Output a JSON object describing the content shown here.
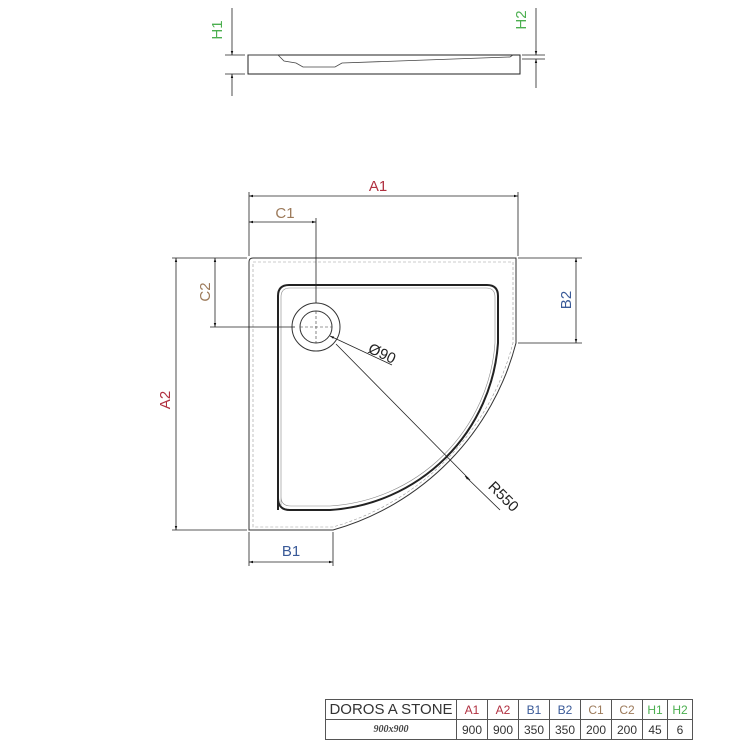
{
  "title": "Shower tray technical drawing",
  "colors": {
    "A": "#b03040",
    "B": "#3a5a98",
    "C": "#9c7a5a",
    "H": "#4caf50",
    "line": "#222222"
  },
  "side_view": {
    "labels": {
      "h1": "H1",
      "h2": "H2"
    }
  },
  "top_view": {
    "labels": {
      "a1": "A1",
      "a2": "A2",
      "b1": "B1",
      "b2": "B2",
      "c1": "C1",
      "c2": "C2",
      "drain_diameter": "Ø90",
      "radius": "R550"
    }
  },
  "spec_table": {
    "model": "DOROS A STONE",
    "size": "900x900",
    "columns": [
      "A1",
      "A2",
      "B1",
      "B2",
      "C1",
      "C2",
      "H1",
      "H2"
    ],
    "values": [
      "900",
      "900",
      "350",
      "350",
      "200",
      "200",
      "45",
      "6"
    ]
  }
}
